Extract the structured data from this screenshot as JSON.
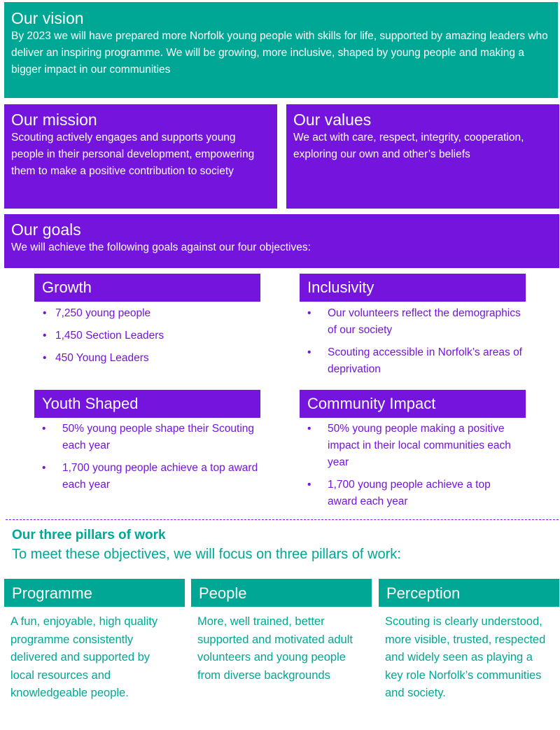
{
  "vision": {
    "title": "Our vision",
    "text": "By 2023 we will have prepared more Norfolk young people with skills for life, supported by amazing leaders who deliver an inspiring programme. We will be growing, more inclusive, shaped by young people and making a bigger impact in our communities"
  },
  "mission": {
    "title": "Our mission",
    "text": "Scouting actively engages and supports young people in their personal development, empowering them to make a positive contribution to society"
  },
  "values": {
    "title": "Our values",
    "text": "We act with care, respect, integrity, cooperation, exploring our own and other’s beliefs"
  },
  "goals": {
    "title": "Our goals",
    "text": "We will achieve the following goals against our four objectives:",
    "objectives": [
      {
        "title": "Growth",
        "items": [
          "7,250 young people",
          "1,450 Section Leaders",
          "450 Young Leaders"
        ]
      },
      {
        "title": "Inclusivity",
        "items": [
          "Our volunteers reflect the demographics of our society",
          "Scouting accessible in Norfolk’s areas of deprivation"
        ]
      },
      {
        "title": "Youth Shaped",
        "items": [
          "50% young people shape their Scouting each year",
          "1,700 young people achieve a top award each year"
        ]
      },
      {
        "title": "Community Impact",
        "items": [
          "50% young people making a positive impact in their local communities each year",
          "1,700 young people achieve a top award each year"
        ]
      }
    ]
  },
  "pillars": {
    "title": "Our three pillars of work",
    "subtitle": "To meet these objectives, we will focus on three pillars of work:",
    "items": [
      {
        "title": "Programme",
        "text": "A fun, enjoyable, high quality programme consistently delivered and supported by local resources and knowledgeable people."
      },
      {
        "title": "People",
        "text": "More, well trained, better supported and motivated adult volunteers and young people from diverse backgrounds"
      },
      {
        "title": "Perception",
        "text": "Scouting is clearly understood, more visible, trusted, respected and widely seen as playing a key role Norfolk’s communities and society."
      }
    ]
  },
  "colors": {
    "teal": "#00a794",
    "purple": "#7414dc"
  }
}
